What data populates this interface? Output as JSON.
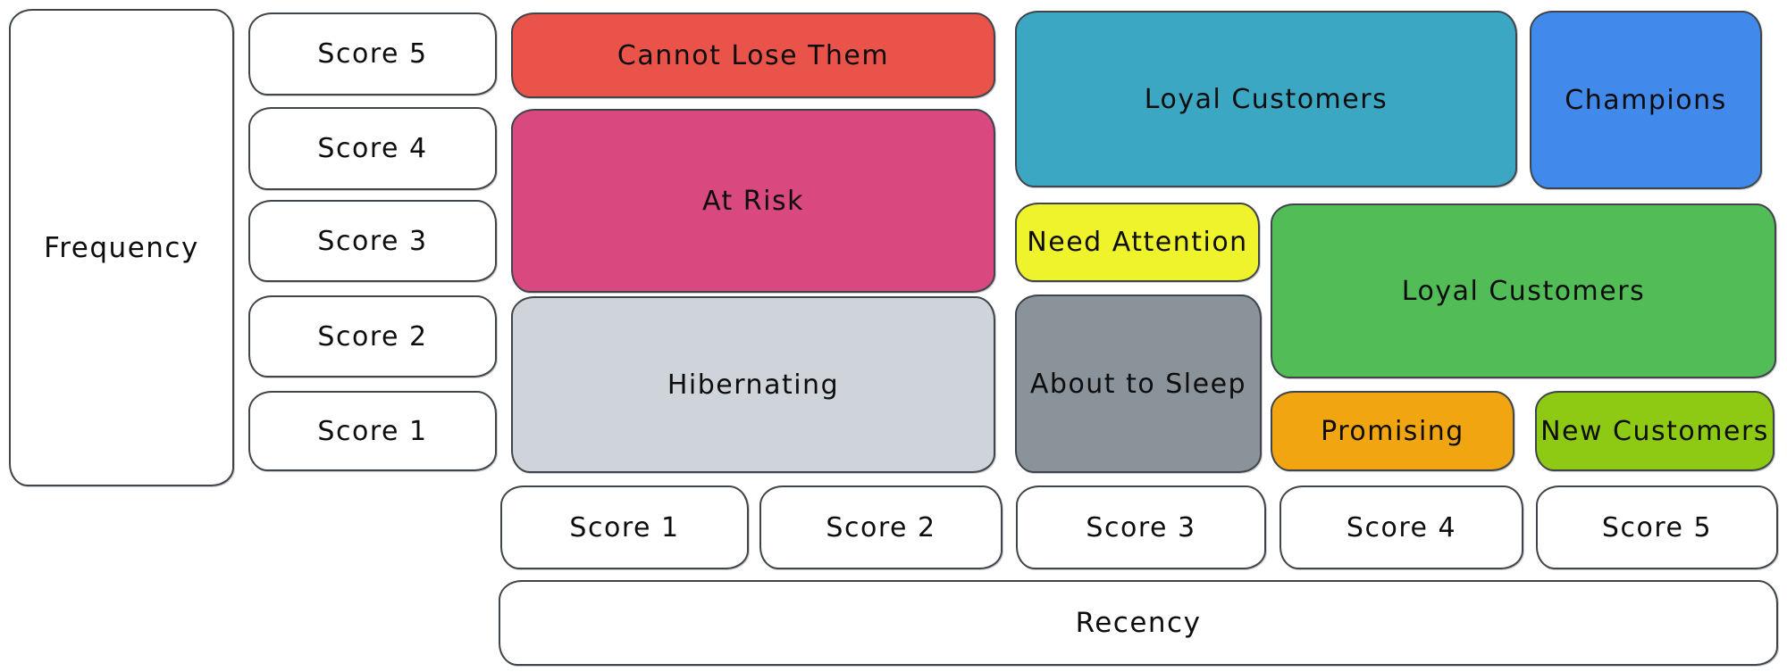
{
  "frequency_axis": {
    "label": "Frequency",
    "scores": [
      "Score 5",
      "Score 4",
      "Score 3",
      "Score 2",
      "Score 1"
    ]
  },
  "recency_axis": {
    "label": "Recency",
    "scores": [
      "Score 1",
      "Score 2",
      "Score 3",
      "Score 4",
      "Score 5"
    ]
  },
  "segments": [
    {
      "label": "Cannot Lose Them",
      "color": "#ea5349"
    },
    {
      "label": "At Risk",
      "color": "#d9487e"
    },
    {
      "label": "Hibernating",
      "color": "#ced4da"
    },
    {
      "label": "Loyal Customers",
      "color": "#3ca7c2"
    },
    {
      "label": "Need Attention",
      "color": "#eff32b"
    },
    {
      "label": "About to Sleep",
      "color": "#8a929a"
    },
    {
      "label": "Champions",
      "color": "#4189ea"
    },
    {
      "label": "Loyal Customers",
      "color": "#52bd57"
    },
    {
      "label": "Promising",
      "color": "#f0a511"
    },
    {
      "label": "New Customers",
      "color": "#8ec914"
    }
  ],
  "colors": {
    "outline": "#3f454b",
    "background": "#ffffff",
    "text": "#0d0d0d"
  }
}
